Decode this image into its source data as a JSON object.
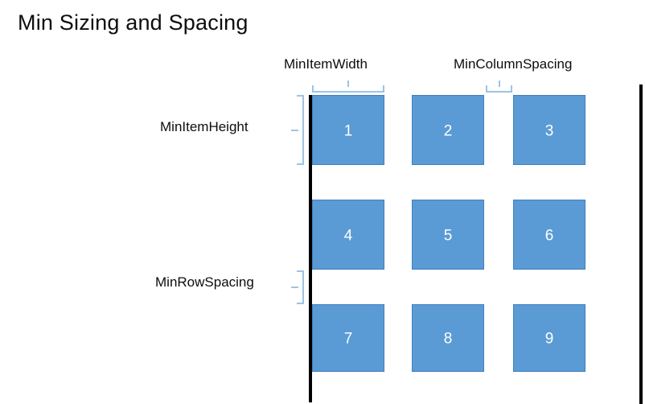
{
  "slide": {
    "title": "Min Sizing and Spacing",
    "background_color": "#FFFFFF"
  },
  "colors": {
    "item_fill": "#5B9BD5",
    "item_border": "#417FBE",
    "item_text": "#FFFFFF",
    "brace": "#9DC3E6",
    "edge_bar": "#000000",
    "text": "#0D0D0D"
  },
  "annotations": {
    "min_item_width": "MinItemWidth",
    "min_column_spacing": "MinColumnSpacing",
    "min_item_height": "MinItemHeight",
    "min_row_spacing": "MinRowSpacing"
  },
  "grid": {
    "rows": 3,
    "columns": 3,
    "items": [
      {
        "label": "1",
        "row": 0,
        "column": 0
      },
      {
        "label": "2",
        "row": 0,
        "column": 1
      },
      {
        "label": "3",
        "row": 0,
        "column": 2
      },
      {
        "label": "4",
        "row": 1,
        "column": 0
      },
      {
        "label": "5",
        "row": 1,
        "column": 1
      },
      {
        "label": "6",
        "row": 1,
        "column": 2
      },
      {
        "label": "7",
        "row": 2,
        "column": 0
      },
      {
        "label": "8",
        "row": 2,
        "column": 1
      },
      {
        "label": "9",
        "row": 2,
        "column": 2
      }
    ]
  }
}
